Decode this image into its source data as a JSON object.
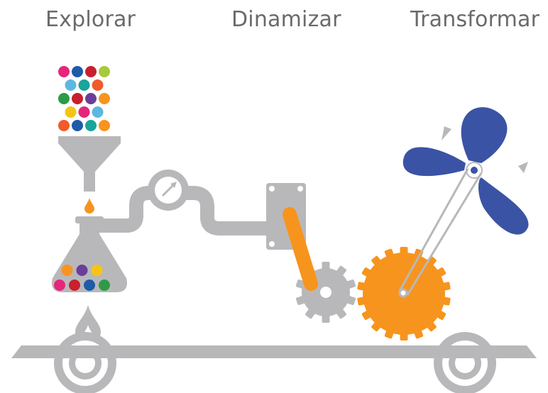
{
  "stages": [
    {
      "label": "Explorar"
    },
    {
      "label": "Dinamizar"
    },
    {
      "label": "Transformar"
    }
  ],
  "colors": {
    "machine_gray": "#b8b8ba",
    "accent_orange": "#f7941d",
    "fan_blue": "#3a53a4",
    "label_gray": "#6a6a6a",
    "dot_palette": [
      "#e5267b",
      "#1e5ba8",
      "#c8202f",
      "#a7c93b",
      "#5db7e2",
      "#1aa49a",
      "#f15a29",
      "#2e9a47",
      "#6a3e98",
      "#f7941d",
      "#f5c515"
    ]
  },
  "dots_top": [
    [
      "#e5267b",
      "#1e5ba8",
      "#c8202f",
      "#a7c93b"
    ],
    [
      "#5db7e2",
      "#1aa49a",
      "#f15a29"
    ],
    [
      "#2e9a47",
      "#c8202f",
      "#6a3e98",
      "#f7941d"
    ],
    [
      "#f5c515",
      "#e5267b",
      "#5db7e2"
    ],
    [
      "#f15a29",
      "#1e5ba8",
      "#1aa49a",
      "#f7941d"
    ]
  ],
  "dots_flask": [
    [
      "#f7941d",
      "#6a3e98",
      "#f5c515"
    ],
    [
      "#e5267b",
      "#c8202f",
      "#1e5ba8",
      "#2e9a47"
    ]
  ],
  "icons": [
    "funnel-icon",
    "flask-icon",
    "drop-icon",
    "gauge-icon",
    "gear-icon",
    "fan-icon",
    "wheel-icon",
    "rotation-arrow-icon"
  ]
}
